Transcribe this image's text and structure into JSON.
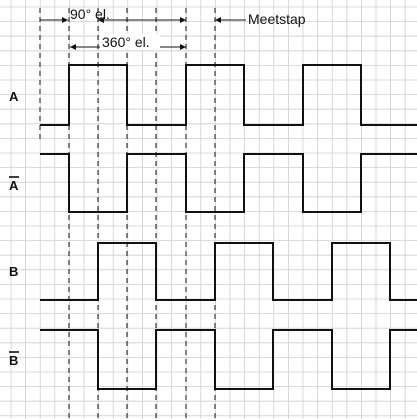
{
  "annotations": {
    "phase_90": "90° el.",
    "period_360": "360° el.",
    "measuring_step": "Meetstap"
  },
  "signals": [
    {
      "id": "A",
      "label": "A",
      "overline": false
    },
    {
      "id": "A-inverted",
      "label": "A",
      "overline": true
    },
    {
      "id": "B",
      "label": "B",
      "overline": false
    },
    {
      "id": "B-inverted",
      "label": "B",
      "overline": true
    }
  ],
  "colors": {
    "grid": "#cfcfcf",
    "trace": "#111111"
  }
}
